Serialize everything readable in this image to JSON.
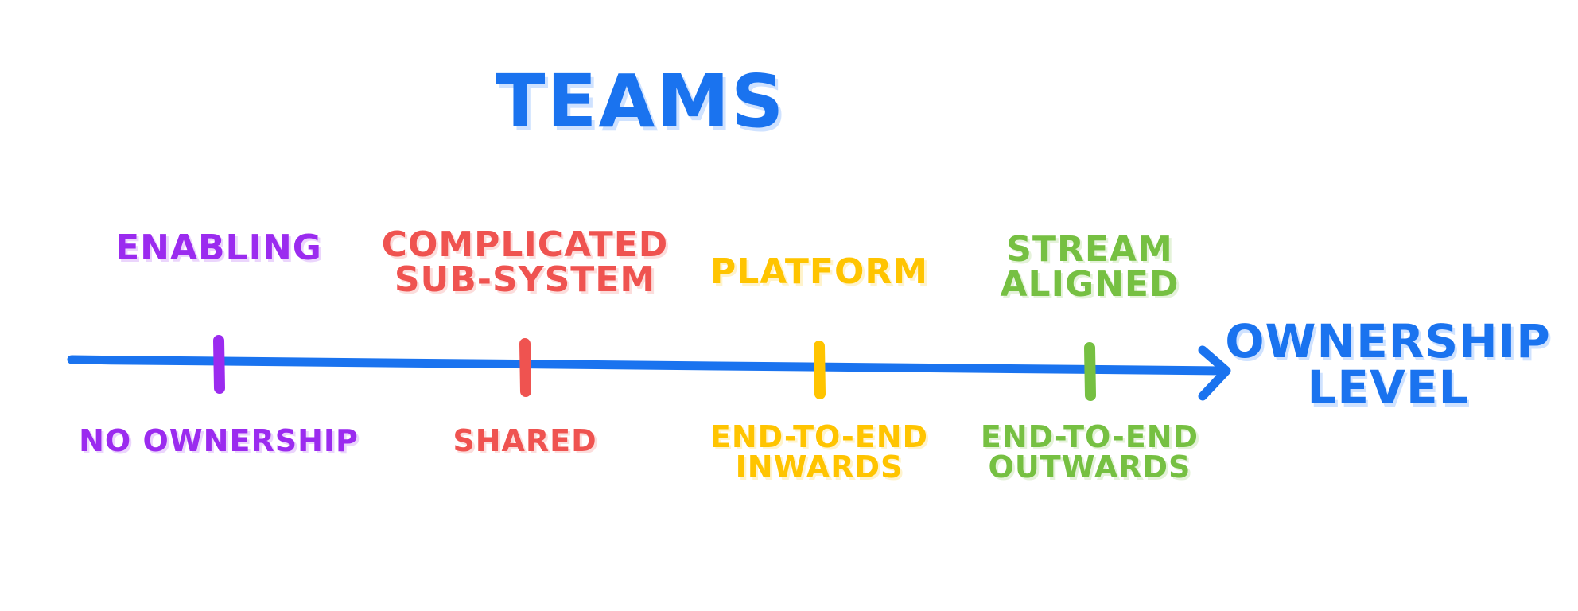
{
  "title": "Teams",
  "axis_label": "Ownership\nLevel",
  "colors": {
    "axis": "#1a73ef",
    "shadow": "#cfe2ff"
  },
  "teams": [
    {
      "name": "Enabling",
      "ownership": "No Ownership",
      "color": "#9b2bef"
    },
    {
      "name": "Complicated\nSub-System",
      "ownership": "Shared",
      "color": "#ef5350"
    },
    {
      "name": "Platform",
      "ownership": "End-to-End\nInwards",
      "color": "#ffc400"
    },
    {
      "name": "Stream\nAligned",
      "ownership": "End-to-End\nOutwards",
      "color": "#76c042"
    }
  ]
}
